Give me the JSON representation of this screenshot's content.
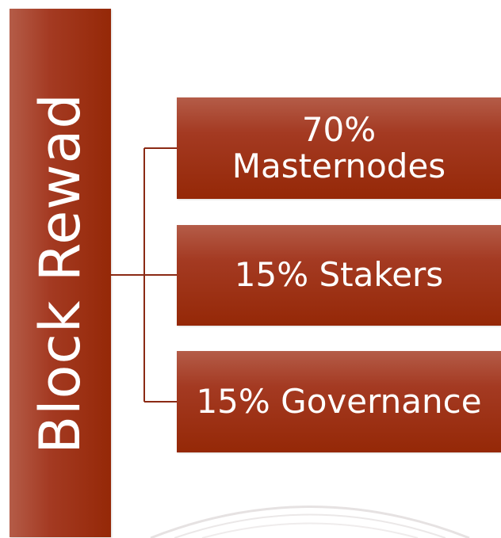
{
  "diagram": {
    "root": {
      "label": "Block Rewad"
    },
    "children": [
      {
        "label": "70% Masternodes"
      },
      {
        "label": "15% Stakers"
      },
      {
        "label": "15% Governance"
      }
    ]
  },
  "colors": {
    "box_fill_top": "#b45c48",
    "box_fill_bottom": "#952807",
    "connector": "#8b2a14",
    "text": "#ffffff"
  }
}
